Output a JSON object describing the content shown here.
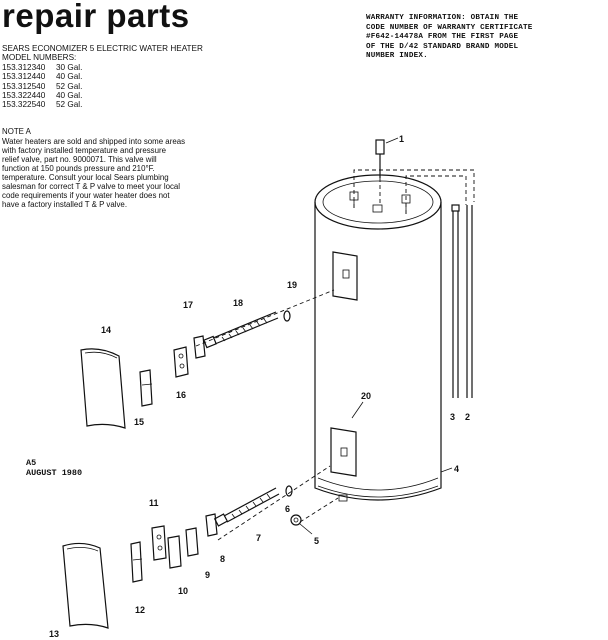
{
  "header": {
    "title": "repair parts"
  },
  "warranty": {
    "lines": [
      "WARRANTY INFORMATION: OBTAIN THE",
      "CODE NUMBER OF WARRANTY CERTIFICATE",
      "#F642-14478A FROM THE FIRST PAGE",
      "OF THE D/42 STANDARD BRAND MODEL",
      "NUMBER INDEX."
    ]
  },
  "product": {
    "name": "SEARS ECONOMIZER 5 ELECTRIC WATER HEATER",
    "models_heading": "MODEL NUMBERS:",
    "models": [
      {
        "number": "153.312340",
        "capacity": "30 Gal."
      },
      {
        "number": "153.312440",
        "capacity": "40 Gal."
      },
      {
        "number": "153.312540",
        "capacity": "52 Gal."
      },
      {
        "number": "153.322440",
        "capacity": "40 Gal."
      },
      {
        "number": "153.322540",
        "capacity": "52 Gal."
      }
    ]
  },
  "note": {
    "heading": "NOTE A",
    "lines": [
      "Water heaters are sold and shipped into some areas",
      "with factory installed temperature and pressure",
      "relief valve, part no. 9000071. This valve will",
      "function at 150 pounds pressure and 210°F.",
      "temperature. Consult your local Sears plumbing",
      "salesman for correct T & P valve to meet your local",
      "code requirements if your water heater does not",
      "have a factory installed T & P valve."
    ]
  },
  "footer": {
    "code": "A5",
    "date": "AUGUST 1980"
  },
  "diagram": {
    "callouts": {
      "c1": "1",
      "c2": "2",
      "c3": "3",
      "c4": "4",
      "c5": "5",
      "c6": "6",
      "c7": "7",
      "c8": "8",
      "c9": "9",
      "c10": "10",
      "c11": "11",
      "c12": "12",
      "c13": "13",
      "c14": "14",
      "c15": "15",
      "c16": "16",
      "c17": "17",
      "c18": "18",
      "c19": "19",
      "c20": "20"
    }
  }
}
